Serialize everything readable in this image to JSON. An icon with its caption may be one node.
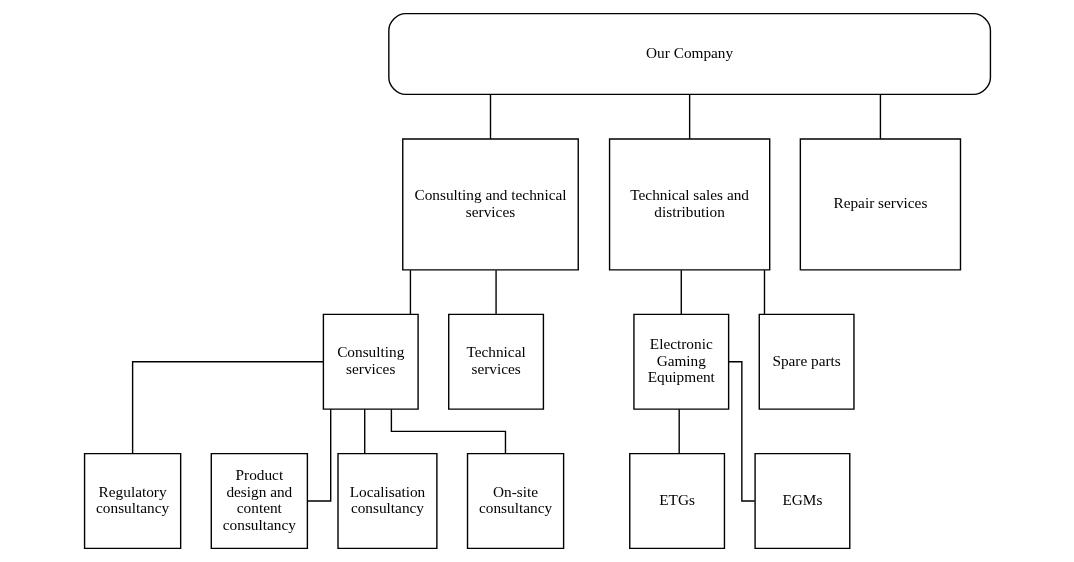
{
  "diagram": {
    "nodes": [
      {
        "text": [
          "Our Company"
        ]
      },
      {
        "text": [
          "Consulting and technical services"
        ]
      },
      {
        "text": [
          "Technical sales and distribution"
        ]
      },
      {
        "text": [
          "Repair services"
        ]
      },
      {
        "text": [
          "Consulting services"
        ]
      },
      {
        "text": [
          "Technical services"
        ]
      },
      {
        "text": [
          "Electronic Gaming Equipment"
        ]
      },
      {
        "text": [
          "Spare parts"
        ]
      },
      {
        "text": [
          "Regulatory consultancy"
        ]
      },
      {
        "text": [
          "Product design and content consultancy"
        ]
      },
      {
        "text": [
          "Localisation consultancy"
        ]
      },
      {
        "text": [
          "On-site consultancy"
        ]
      },
      {
        "text": [
          "ETGs"
        ]
      },
      {
        "text": [
          "EGMs"
        ]
      }
    ],
    "edges": [
      {
        "from": 0,
        "to": 1,
        "arrow": "none"
      },
      {
        "from": 0,
        "to": 2,
        "arrow": "none"
      },
      {
        "from": 0,
        "to": 3,
        "arrow": "none"
      },
      {
        "from": 1,
        "to": 4,
        "arrow": "none"
      },
      {
        "from": 1,
        "to": 5,
        "arrow": "none"
      },
      {
        "from": 2,
        "to": 6,
        "arrow": "none"
      },
      {
        "from": 2,
        "to": 7,
        "arrow": "none"
      },
      {
        "from": 4,
        "to": 8,
        "arrow": "none"
      },
      {
        "from": 4,
        "to": 9,
        "arrow": "none"
      },
      {
        "from": 4,
        "to": 10,
        "arrow": "none"
      },
      {
        "from": 4,
        "to": 11,
        "arrow": "none"
      },
      {
        "from": 6,
        "to": 12,
        "arrow": "none"
      },
      {
        "from": 6,
        "to": 13,
        "arrow": "none"
      }
    ]
  }
}
